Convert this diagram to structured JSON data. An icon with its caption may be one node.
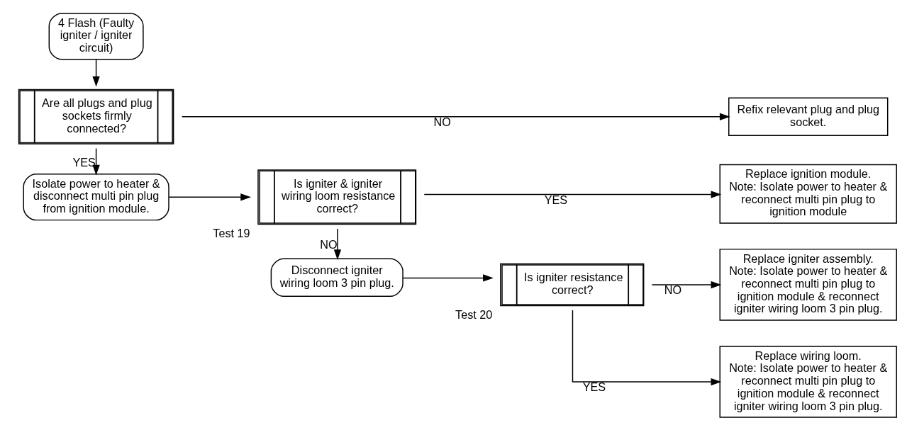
{
  "diagram": {
    "nodes": [
      {
        "text": [
          "4 Flash (Faulty igniter / igniter circuit)"
        ]
      },
      {
        "text": [
          "Are all plugs and plug sockets firmly connected?"
        ]
      },
      {
        "text": [
          "Refix relevant plug and plug socket."
        ]
      },
      {
        "text": [
          "Isolate power to heater & disconnect multi pin plug from ignition module."
        ]
      },
      {
        "text": [
          "Is igniter & igniter wiring loom resistance correct?"
        ],
        "beside": [
          "Test 19"
        ]
      },
      {
        "text": [
          "Replace ignition module.",
          "Note: Isolate power to heater & reconnect multi pin plug to ignition module"
        ]
      },
      {
        "text": [
          "Disconnect igniter wiring loom 3 pin plug."
        ]
      },
      {
        "text": [
          "Is igniter resistance correct?"
        ],
        "beside": [
          "Test 20"
        ]
      },
      {
        "text": [
          "Replace igniter assembly.",
          "Note: Isolate power to heater & reconnect multi pin plug to ignition module & reconnect igniter wiring loom 3 pin plug."
        ]
      },
      {
        "text": [
          "Replace wiring loom.",
          "Note: Isolate power to heater & reconnect multi pin plug to ignition module & reconnect igniter wiring loom 3 pin plug."
        ]
      }
    ],
    "edges": [
      {
        "from": 0,
        "to": 1,
        "arrow": "to"
      },
      {
        "from": 1,
        "to": 2,
        "arrow": "to",
        "label": "NO"
      },
      {
        "from": 1,
        "to": 3,
        "arrow": "to",
        "label": "YES"
      },
      {
        "from": 3,
        "to": 4,
        "arrow": "to"
      },
      {
        "from": 4,
        "to": 5,
        "arrow": "to",
        "label": "YES"
      },
      {
        "from": 4,
        "to": 6,
        "arrow": "to",
        "label": "NO"
      },
      {
        "from": 6,
        "to": 7,
        "arrow": "to"
      },
      {
        "from": 7,
        "to": 8,
        "arrow": "to",
        "label": "NO"
      },
      {
        "from": 7,
        "to": 9,
        "arrow": "to",
        "label": "YES"
      }
    ]
  }
}
